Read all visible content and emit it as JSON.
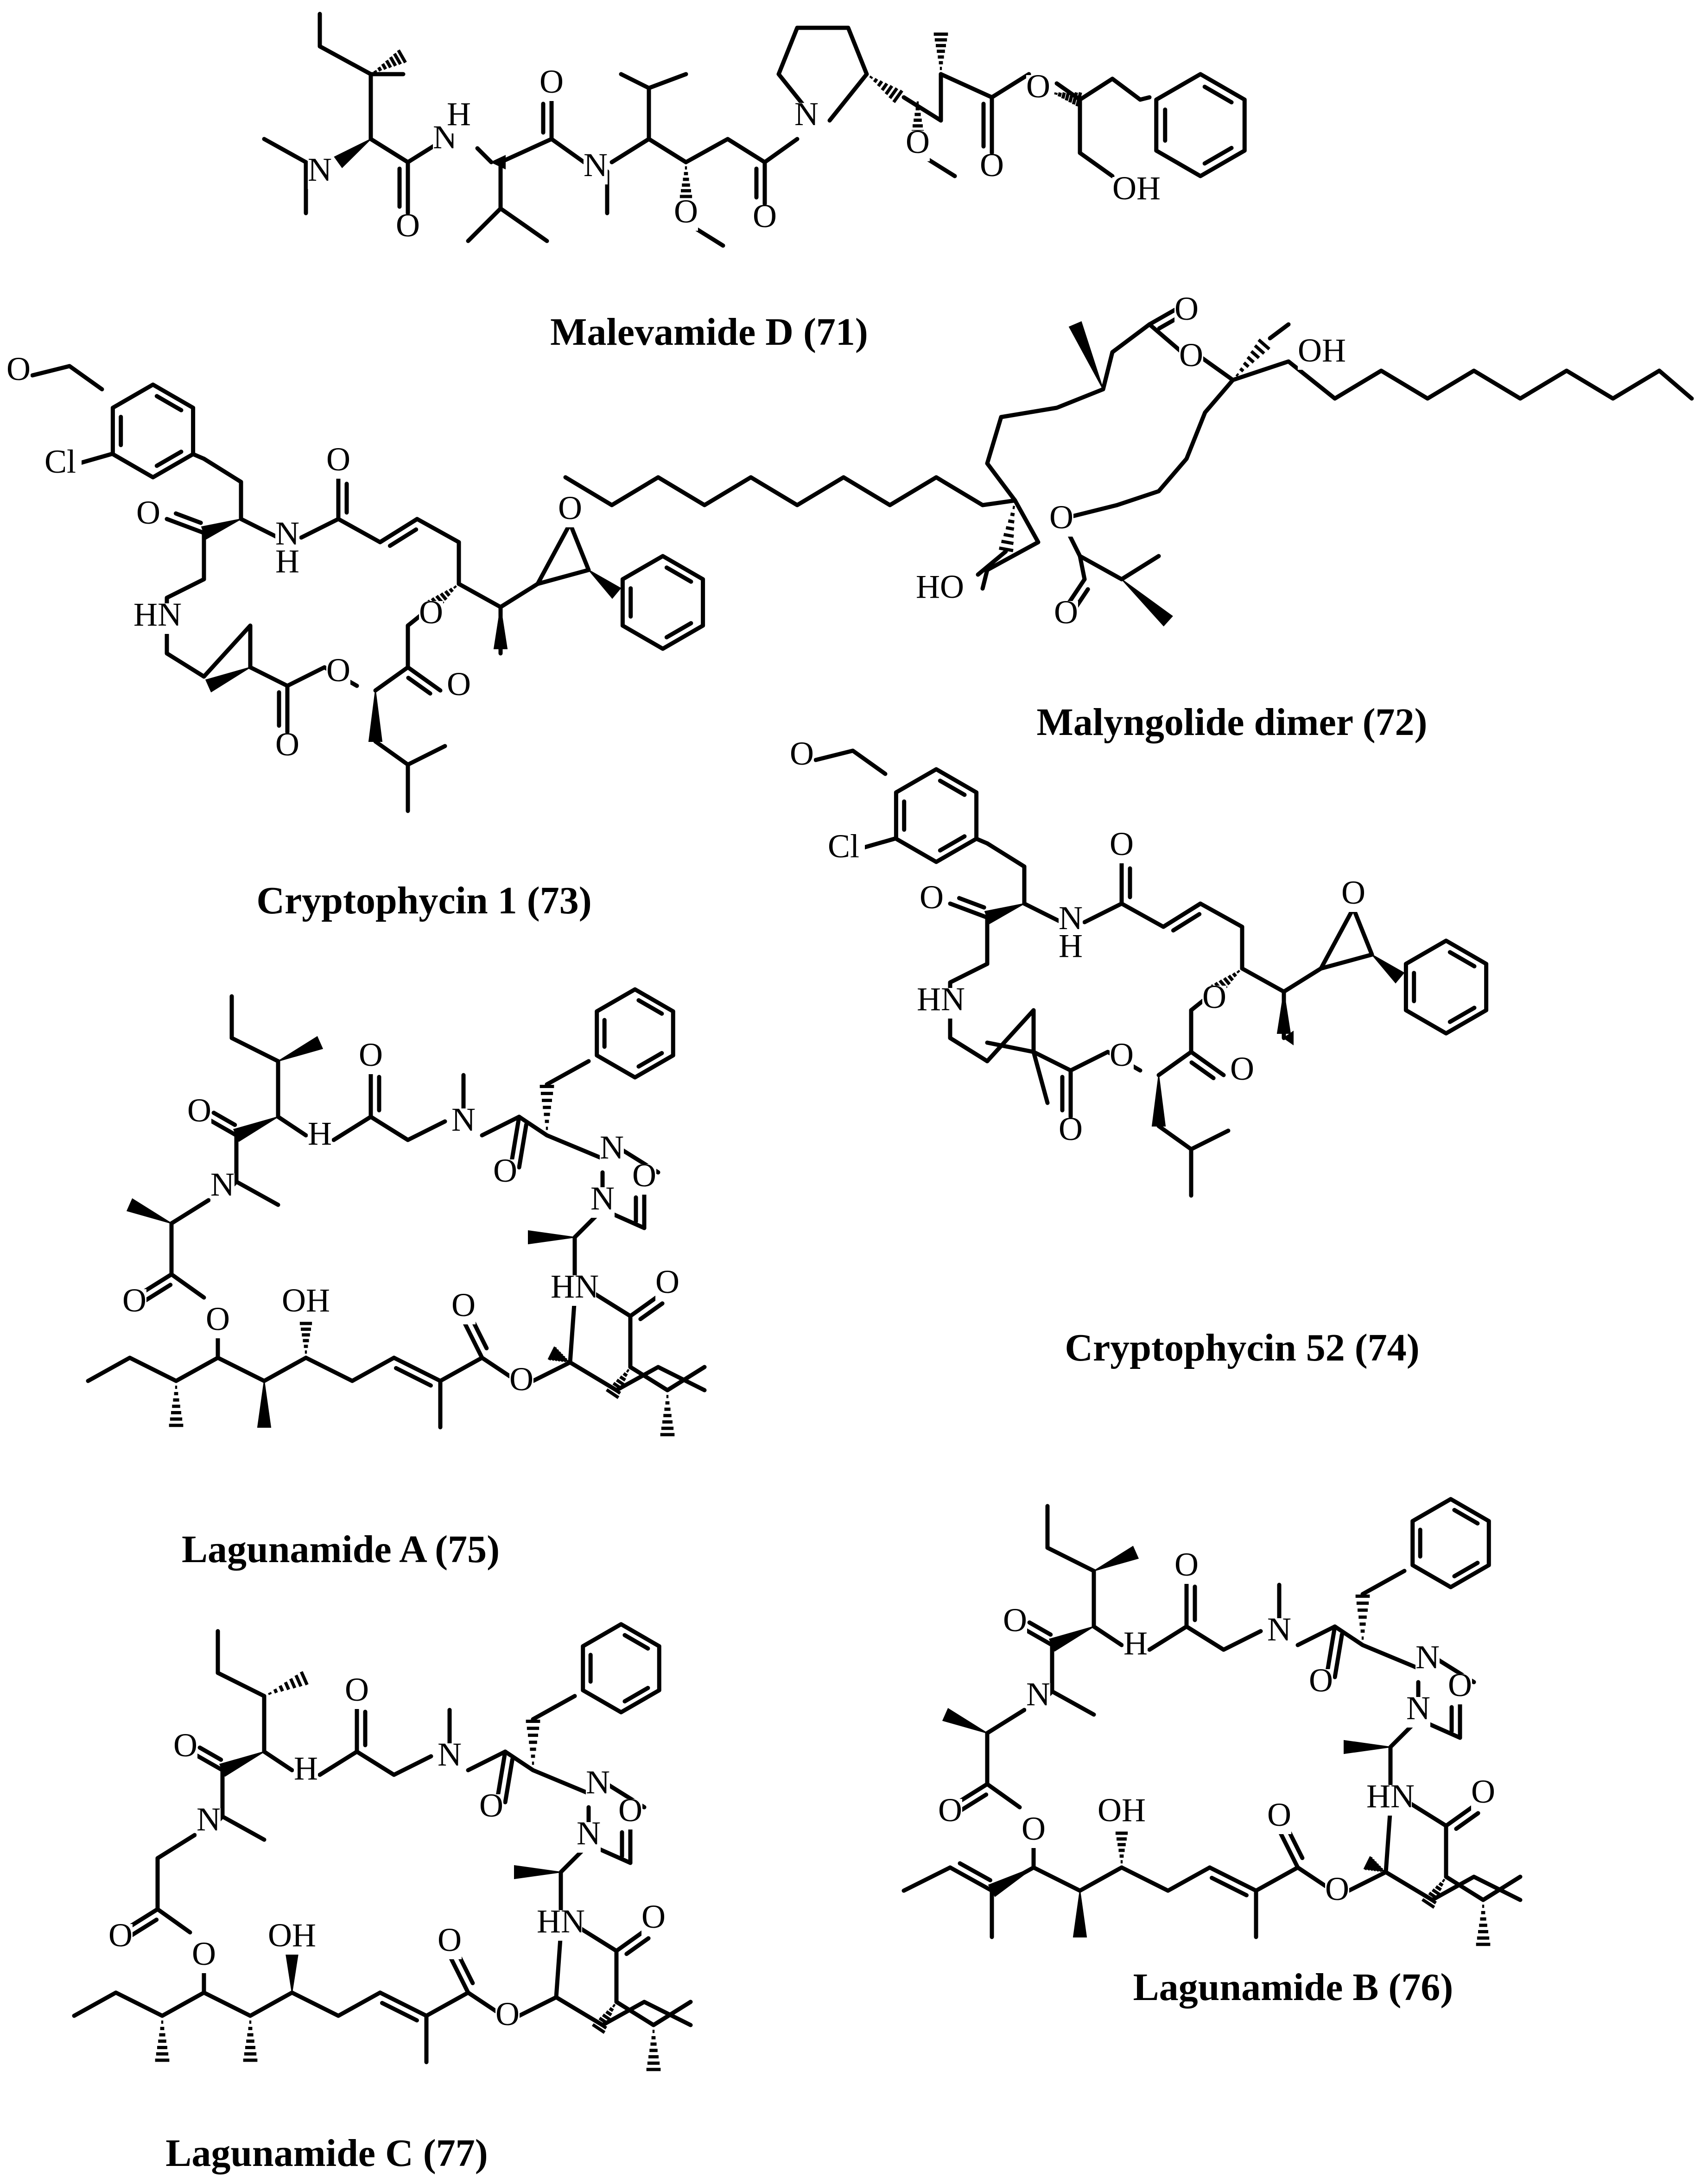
{
  "compounds": [
    {
      "name": "Malevamide D (71)",
      "atom_labels": [
        "N",
        "N",
        "H",
        "O",
        "O",
        "N",
        "O",
        "O",
        "N",
        "O",
        "O",
        "O",
        "OH"
      ]
    },
    {
      "name": "Malyngolide dimer (72)",
      "atom_labels": [
        "O",
        "O",
        "OH",
        "O",
        "HO",
        "O"
      ]
    },
    {
      "name": "Cryptophycin 1 (73)",
      "atom_labels": [
        "O",
        "Cl",
        "O",
        "N",
        "H",
        "O",
        "HN",
        "O",
        "O",
        "O",
        "O",
        "O"
      ]
    },
    {
      "name": "Cryptophycin 52 (74)",
      "atom_labels": [
        "O",
        "Cl",
        "O",
        "N",
        "H",
        "O",
        "HN",
        "O",
        "O",
        "O",
        "O",
        "O"
      ]
    },
    {
      "name": "Lagunamide A (75)",
      "atom_labels": [
        "O",
        "N",
        "H",
        "O",
        "N",
        "O",
        "N",
        "N",
        "O",
        "HN",
        "O",
        "O",
        "O",
        "OH",
        "O",
        "O"
      ]
    },
    {
      "name": "Lagunamide B (76)",
      "atom_labels": [
        "O",
        "N",
        "H",
        "O",
        "N",
        "O",
        "N",
        "N",
        "O",
        "HN",
        "O",
        "O",
        "O",
        "OH",
        "O",
        "O"
      ]
    },
    {
      "name": "Lagunamide C (77)",
      "atom_labels": [
        "O",
        "N",
        "H",
        "O",
        "N",
        "O",
        "N",
        "N",
        "O",
        "HN",
        "O",
        "O",
        "O",
        "OH",
        "O",
        "O"
      ]
    }
  ]
}
